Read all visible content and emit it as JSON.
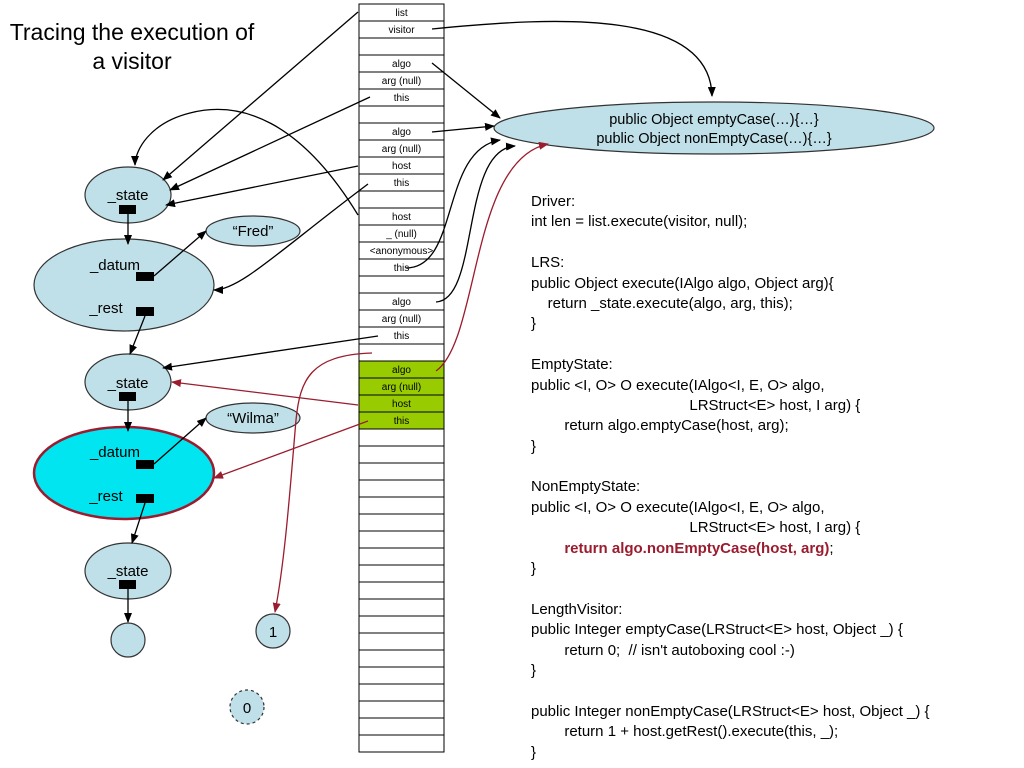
{
  "title": "Tracing the execution of a visitor",
  "stack": {
    "frames": [
      {
        "labels": [
          "list",
          "visitor"
        ],
        "highlight": false
      },
      {
        "labels": [
          "algo",
          "arg (null)",
          "this"
        ],
        "highlight": false
      },
      {
        "labels": [
          "algo",
          "arg (null)",
          "host",
          "this"
        ],
        "highlight": false
      },
      {
        "labels": [
          "host",
          "_ (null)",
          "<anonymous>",
          "this"
        ],
        "highlight": false
      },
      {
        "labels": [
          "algo",
          "arg (null)",
          "this"
        ],
        "highlight": false
      },
      {
        "labels": [
          "algo",
          "arg (null)",
          "host",
          "this"
        ],
        "highlight": true
      }
    ],
    "highlight_color": "#99cc00"
  },
  "visitor_object": {
    "lines": [
      "public Object emptyCase(…){…}",
      "public Object nonEmptyCase(…){…}"
    ]
  },
  "structure": {
    "state_label": "_state",
    "datum_label": "_datum",
    "rest_label": "_rest",
    "fred": "“Fred”",
    "wilma": "“Wilma”",
    "result_one": "1",
    "result_zero": "0"
  },
  "colors": {
    "node_fill": "#bfe0e8",
    "active_node_fill": "#00e5f0",
    "active_node_stroke": "#9b1c2e",
    "arrow_red": "#9b1c2e"
  },
  "code": {
    "lines": [
      {
        "text": "Driver:"
      },
      {
        "text": "int len = list.execute(visitor, null);"
      },
      {
        "text": ""
      },
      {
        "text": "LRS:"
      },
      {
        "text": "public Object execute(IAlgo algo, Object arg){"
      },
      {
        "text": "    return _state.execute(algo, arg, this);"
      },
      {
        "text": "}"
      },
      {
        "text": ""
      },
      {
        "text": "EmptyState:"
      },
      {
        "text": "public <I, O> O execute(IAlgo<I, E, O> algo,"
      },
      {
        "text": "                                      LRStruct<E> host, I arg) {"
      },
      {
        "text": "        return algo.emptyCase(host, arg);"
      },
      {
        "text": "}"
      },
      {
        "text": ""
      },
      {
        "text": "NonEmptyState:"
      },
      {
        "text": "public <I, O> O execute(IAlgo<I, E, O> algo,"
      },
      {
        "text": "                                      LRStruct<E> host, I arg) {"
      },
      {
        "text": "        ",
        "bold": "return algo.nonEmptyCase(host, arg)",
        "after": ";"
      },
      {
        "text": "}"
      },
      {
        "text": ""
      },
      {
        "text": "LengthVisitor:"
      },
      {
        "text": "public Integer emptyCase(LRStruct<E> host, Object _) {"
      },
      {
        "text": "        return 0;  // isn't autoboxing cool :-)"
      },
      {
        "text": "}"
      },
      {
        "text": ""
      },
      {
        "text": "public Integer nonEmptyCase(LRStruct<E> host, Object _) {"
      },
      {
        "text": "        return 1 + host.getRest().execute(this, _);"
      },
      {
        "text": "}"
      }
    ]
  }
}
